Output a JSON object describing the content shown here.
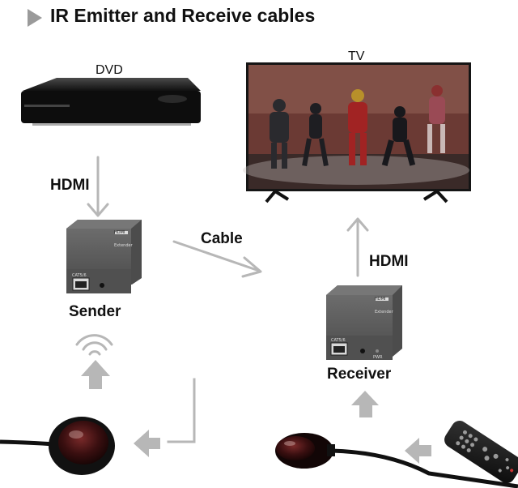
{
  "header": {
    "title": "IR Emitter and Receive cables"
  },
  "devices": {
    "dvd": "DVD",
    "tv": "TV",
    "sender": "Sender",
    "receiver": "Receiver"
  },
  "connections": {
    "hdmi_in": "HDMI",
    "cable": "Cable",
    "hdmi_out": "HDMI"
  },
  "extender_panel": {
    "brand": "HDMI",
    "type": "Extender",
    "port": "CAT5/6",
    "led": "PWR"
  },
  "colors": {
    "arrow_gray": "#b7b7b7",
    "device_body": "#5a5a5a",
    "title_triangle": "#9a9a9a"
  }
}
